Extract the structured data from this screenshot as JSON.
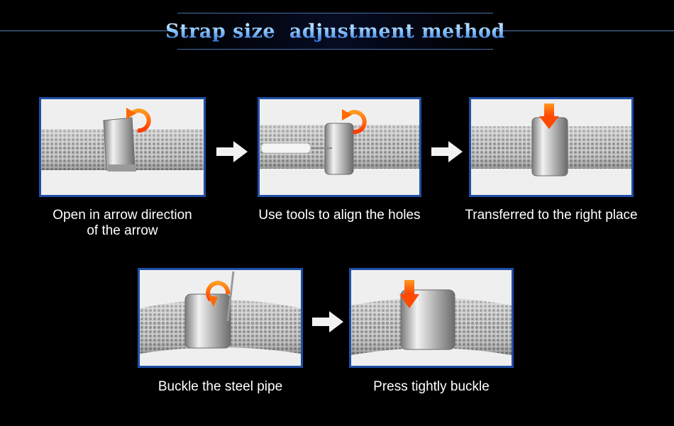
{
  "header": {
    "title": "Strap size  adjustment method"
  },
  "steps": [
    {
      "caption_1": "Open in arrow direction",
      "caption_2": "of the arrow",
      "icon": "rotate-arrow-icon"
    },
    {
      "caption_1": "Use tools to align the holes",
      "icon": "rotate-arrow-icon"
    },
    {
      "caption_1": "Transferred to the right place",
      "icon": "down-arrow-icon"
    },
    {
      "caption_1": "Buckle the steel pipe",
      "icon": "rotate-arrow-icon"
    },
    {
      "caption_1": "Press tightly buckle",
      "icon": "down-arrow-icon"
    }
  ],
  "colors": {
    "frame": "#1f4fa6",
    "title_gradient": [
      "#d8ecff",
      "#2b6fd6"
    ],
    "accent_arrow": "#ff6a00"
  }
}
